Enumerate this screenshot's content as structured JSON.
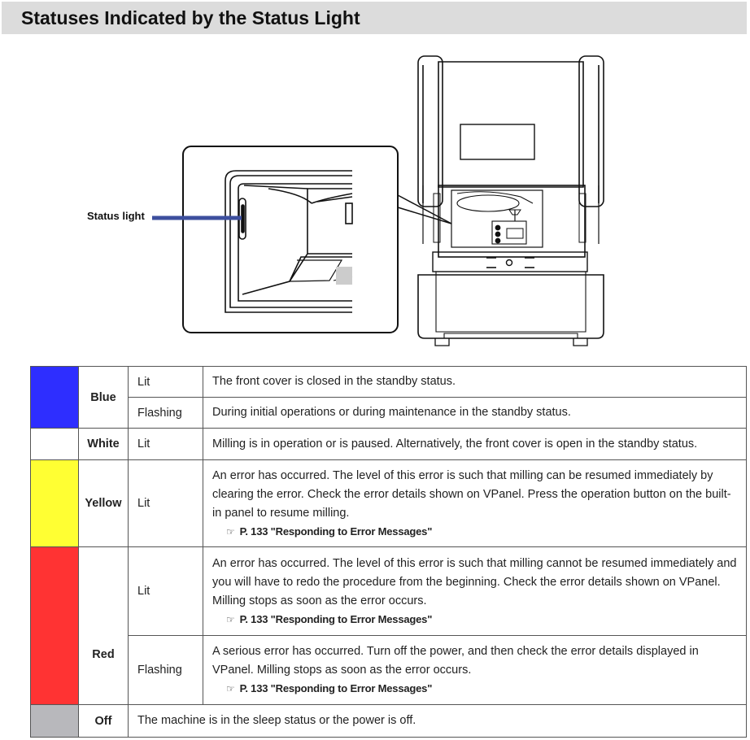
{
  "title": "Statuses Indicated by the Status Light",
  "illustration": {
    "callout_label": "Status light"
  },
  "colors": {
    "blue": "#2e2eff",
    "white": "#ffffff",
    "yellow": "#ffff33",
    "red": "#ff3333",
    "off": "#b8b8bc"
  },
  "rows": {
    "blue": {
      "name": "Blue",
      "lit_state": "Lit",
      "lit_desc": "The front cover is closed in the standby status.",
      "flash_state": "Flashing",
      "flash_desc": "During initial operations or during maintenance in the standby status."
    },
    "white": {
      "name": "White",
      "lit_state": "Lit",
      "lit_desc": "Milling is in operation or is paused. Alternatively, the front cover is open in the standby status."
    },
    "yellow": {
      "name": "Yellow",
      "lit_state": "Lit",
      "lit_desc": "An error has occurred. The level of this error is such that milling can be resumed immediately by clearing the error. Check the error details shown on VPanel. Press the operation button on the built-in panel to resume milling.",
      "lit_ref": "P. 133 \"Responding to Error Messages\""
    },
    "red": {
      "name": "Red",
      "lit_state": "Lit",
      "lit_desc": "An error has occurred. The level of this error is such that milling cannot be resumed immediately and you will have to redo the procedure from the beginning. Check the error details shown on VPanel. Milling stops as soon as the error occurs.",
      "lit_ref": "P. 133 \"Responding to Error Messages\"",
      "flash_state": "Flashing",
      "flash_desc": "A serious error has occurred. Turn off the power, and then check the error details displayed in VPanel. Milling stops as soon as the error occurs.",
      "flash_ref": "P. 133 \"Responding to Error Messages\""
    },
    "off": {
      "name": "Off",
      "desc": "The machine is in the sleep status or the power is off."
    }
  }
}
